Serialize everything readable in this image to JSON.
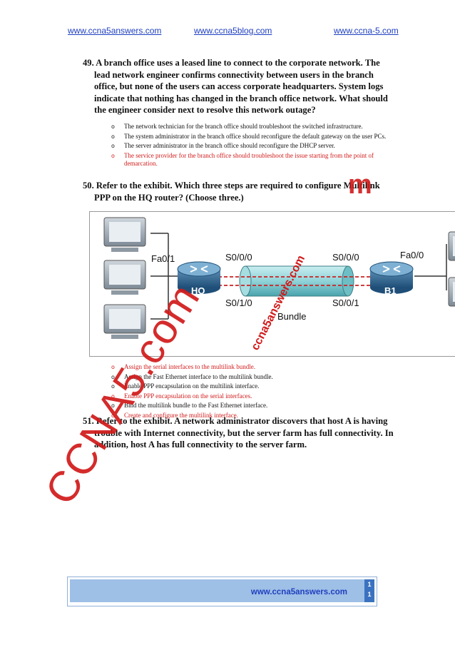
{
  "header": {
    "link1": "www.ccna5answers.com",
    "link2": "www.ccna5blog.com",
    "link3": "www.ccna-5.com"
  },
  "q49": {
    "number": "49.",
    "text": "A branch office uses a leased line to connect to the corporate network. The lead network engineer confirms connectivity between users in the branch office, but none of the users can access corporate headquarters. System logs indicate that nothing has changed in the branch office network. What should the engineer consider next to resolve this network outage?",
    "options": [
      "The network technician for the branch office should troubleshoot the switched infrastructure.",
      "The system administrator in the branch office should reconfigure the default gateway on the user PCs.",
      "The server administrator in the branch office should reconfigure the DHCP server.",
      "The service provider for the branch office should troubleshoot the issue starting from the point of demarcation."
    ]
  },
  "q50": {
    "number": "50.",
    "text": "Refer to the exhibit. Which three steps are required to configure Multilink PPP on the HQ router? (Choose three.)",
    "options": [
      "Assign the serial interfaces to the multilink bundle.",
      "Assign the Fast Ethernet interface to the multilink bundle.",
      "Enable PPP encapsulation on the multilink interface.",
      "Enable PPP encapsulation on the serial interfaces.",
      "Bind the multilink bundle to the Fast Ethernet interface.",
      "Create and configure the multilink interface."
    ]
  },
  "exhibit": {
    "fa_left": "Fa0/1",
    "fa_right": "Fa0/0",
    "s000_left": "S0/0/0",
    "s000_right": "S0/0/0",
    "s010": "S0/1/0",
    "s001": "S0/0/1",
    "router_hq": "HQ",
    "router_b1": "B1",
    "bundle": "Bundle",
    "watermark": "ccna5answers.com"
  },
  "q51": {
    "number": "51.",
    "text": "Refer to the exhibit. A network administrator discovers that host A is having trouble with Internet connectivity, but the server farm has full connectivity. In addition, host A has full connectivity to the server farm."
  },
  "watermark": {
    "big": "CCNA5.com",
    "small": "ccna5answers.com",
    "top_right": "m"
  },
  "footer": {
    "url": "www.ccna5answers.com",
    "page_a": "1",
    "page_b": "1"
  },
  "colors": {
    "link": "#1f3fbf",
    "answer": "#d11a1a",
    "footer_band": "#9ebfe6"
  }
}
